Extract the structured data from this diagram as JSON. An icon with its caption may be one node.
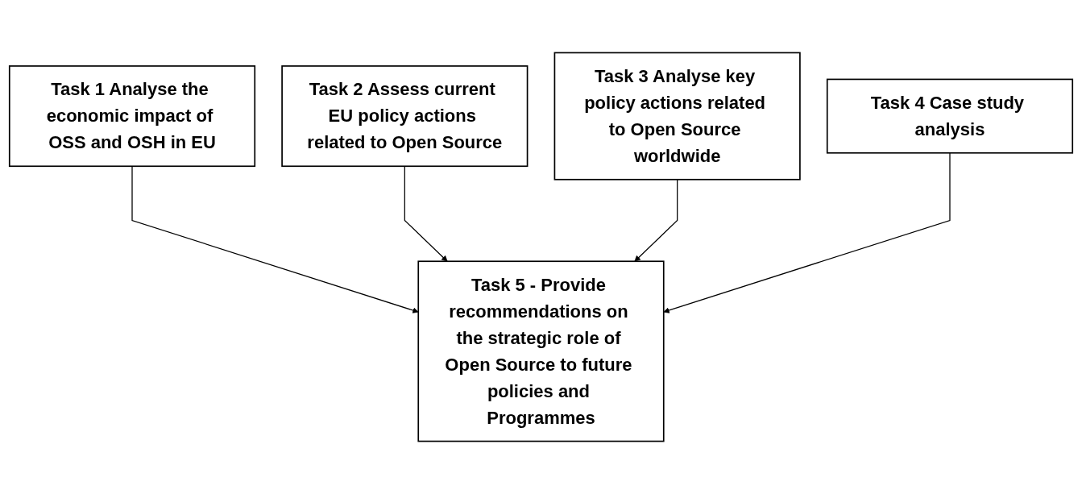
{
  "diagram": {
    "nodes": [
      {
        "text": [
          "Task 1 Analyse the economic impact of OSS and OSH in EU"
        ]
      },
      {
        "text": [
          "Task 2 Assess current EU policy actions related to Open Source"
        ]
      },
      {
        "text": [
          "Task 5 - Provide recommendations on the strategic role of Open Source to future policies and Programmes"
        ]
      },
      {
        "text": [
          "Task 3 Analyse key policy actions related to Open Source worldwide"
        ]
      },
      {
        "text": [
          "Task 4 Case study analysis"
        ]
      }
    ],
    "edges": [
      {
        "from": 0,
        "to": 2,
        "arrow": "to"
      },
      {
        "from": 1,
        "to": 2,
        "arrow": "to"
      },
      {
        "from": 3,
        "to": 2,
        "arrow": "to"
      },
      {
        "from": 4,
        "to": 2,
        "arrow": "to"
      }
    ]
  }
}
